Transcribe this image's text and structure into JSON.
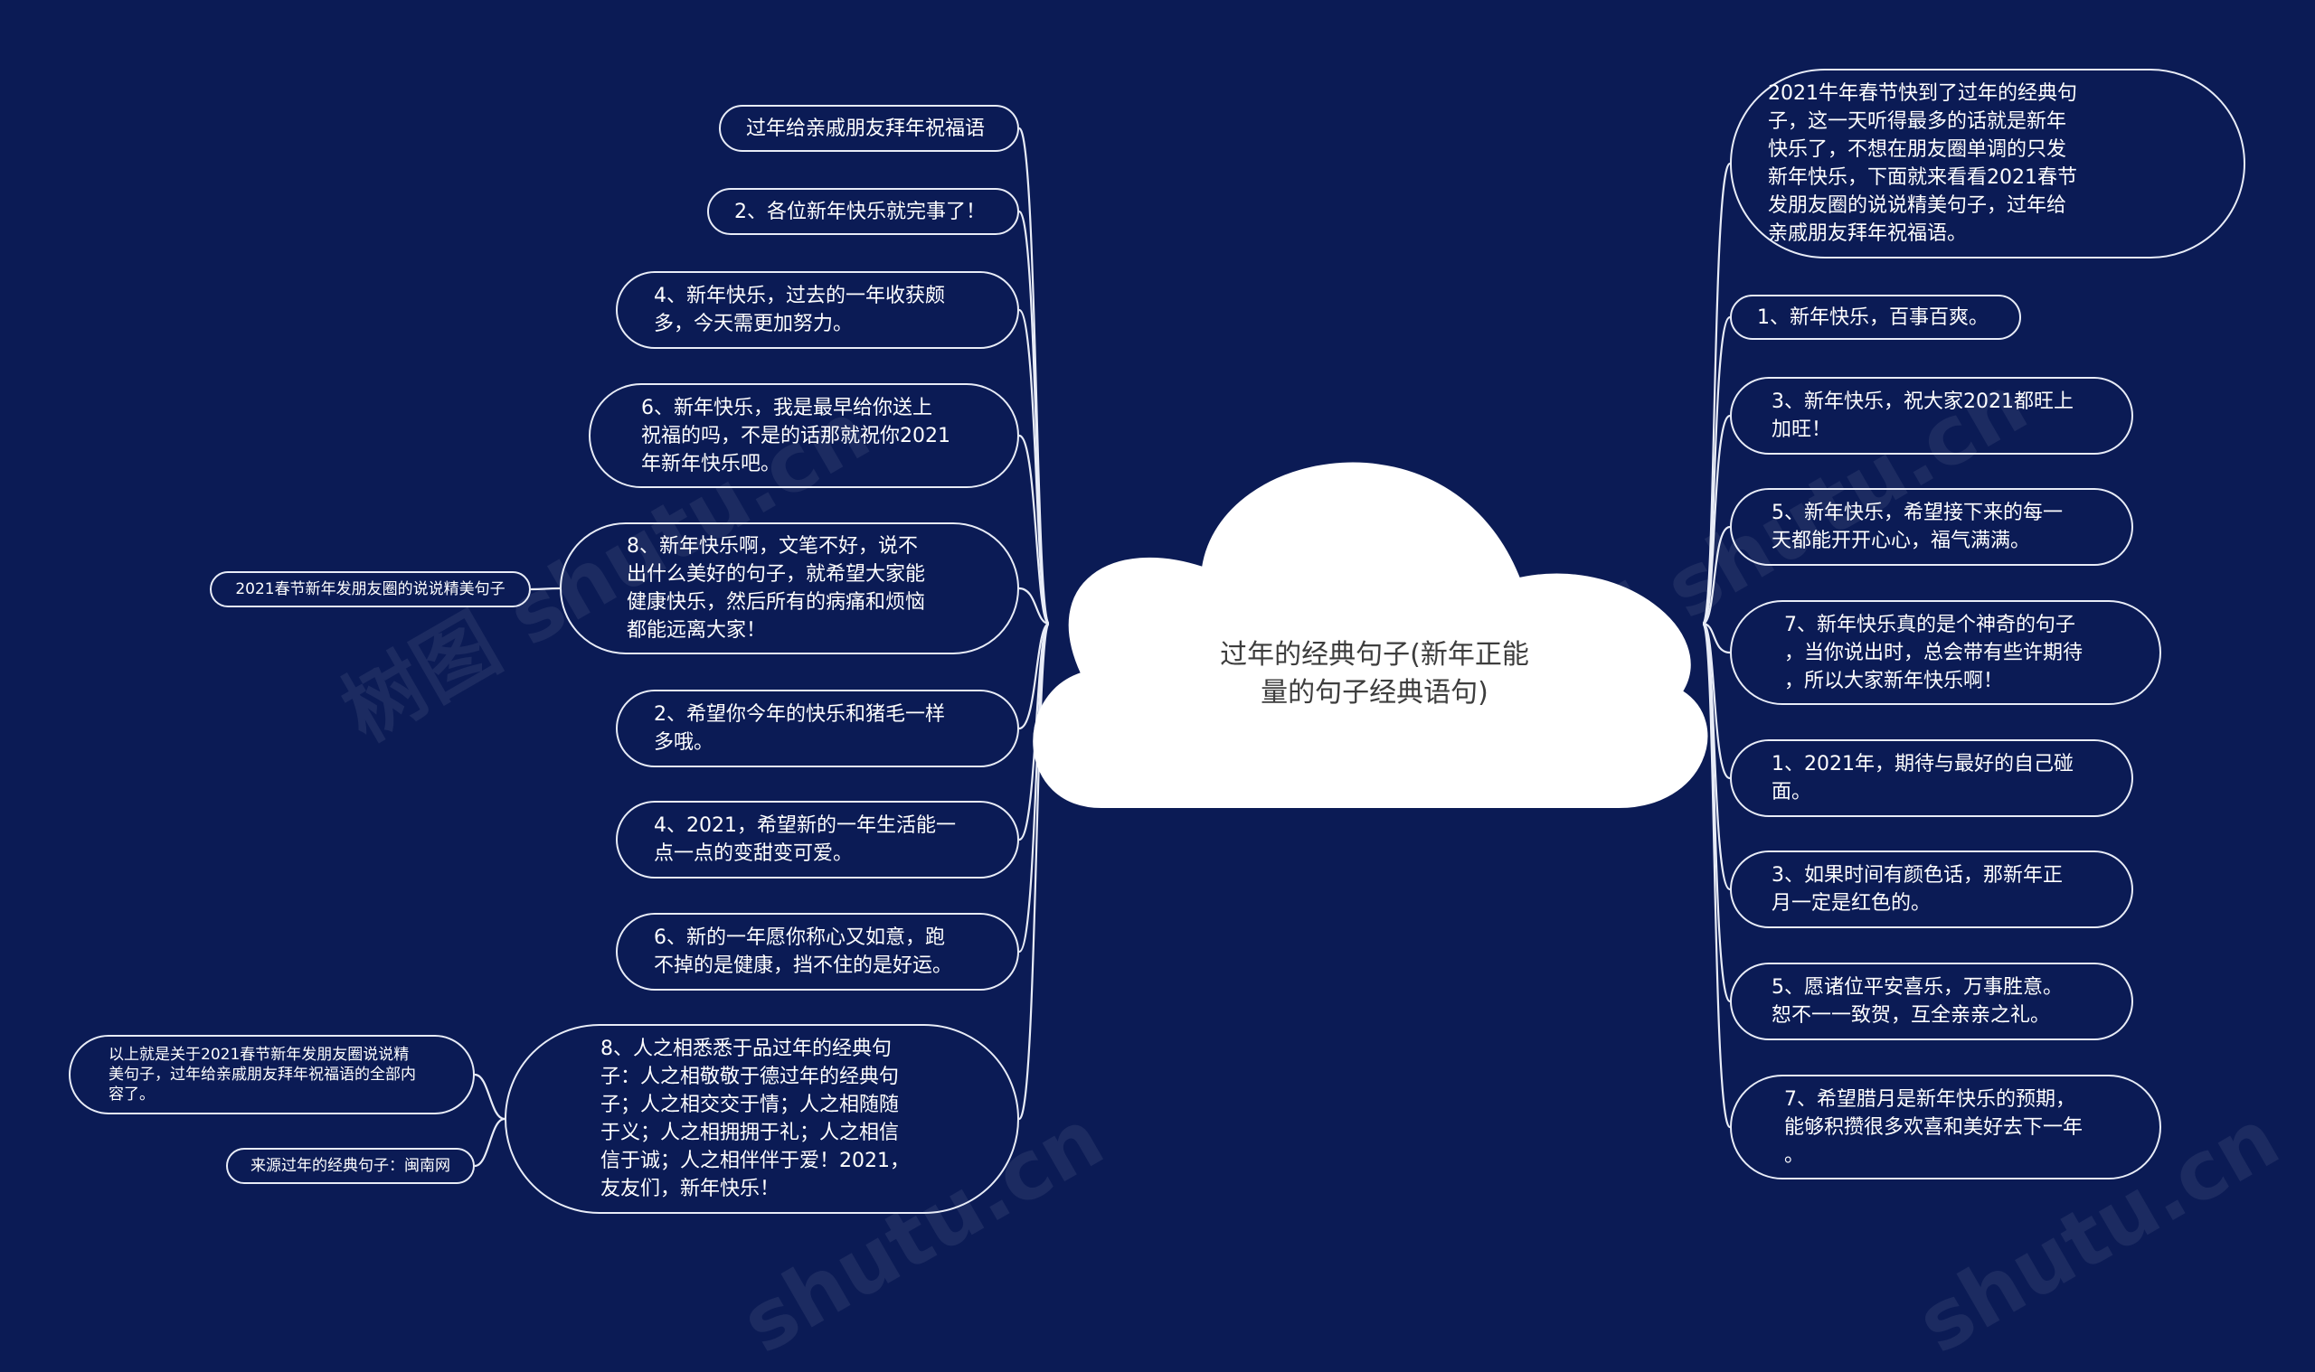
{
  "center": {
    "title": "过年的经典句子(新年正能\n量的句子经典语句)"
  },
  "right_nodes": [
    {
      "text": "2021牛年春节快到了过年的经典句\n子，这一天听得最多的话就是新年\n快乐了，不想在朋友圈单调的只发\n新年快乐，下面就来看看2021春节\n发朋友圈的说说精美句子，过年给\n亲戚朋友拜年祝福语。"
    },
    {
      "text": "1、新年快乐，百事百爽。"
    },
    {
      "text": "3、新年快乐，祝大家2021都旺上\n加旺！"
    },
    {
      "text": "5、新年快乐，希望接下来的每一\n天都能开开心心，福气满满。"
    },
    {
      "text": "7、新年快乐真的是个神奇的句子\n，当你说出时，总会带有些许期待\n，所以大家新年快乐啊！"
    },
    {
      "text": "1、2021年，期待与最好的自己碰\n面。"
    },
    {
      "text": "3、如果时间有颜色话，那新年正\n月一定是红色的。"
    },
    {
      "text": "5、愿诸位平安喜乐，万事胜意。\n恕不一一致贺，互全亲亲之礼。"
    },
    {
      "text": "7、希望腊月是新年快乐的预期，\n能够积攒很多欢喜和美好去下一年\n。"
    }
  ],
  "left_nodes": [
    {
      "text": "过年给亲戚朋友拜年祝福语"
    },
    {
      "text": "2、各位新年快乐就完事了！"
    },
    {
      "text": "4、新年快乐，过去的一年收获颇\n多，今天需更加努力。"
    },
    {
      "text": "6、新年快乐，我是最早给你送上\n祝福的吗，不是的话那就祝你2021\n年新年快乐吧。"
    },
    {
      "text": "8、新年快乐啊，文笔不好，说不\n出什么美好的句子，就希望大家能\n健康快乐，然后所有的病痛和烦恼\n都能远离大家！"
    },
    {
      "text": "2、希望你今年的快乐和猪毛一样\n多哦。"
    },
    {
      "text": "4、2021，希望新的一年生活能一\n点一点的变甜变可爱。"
    },
    {
      "text": "6、新的一年愿你称心又如意，跑\n不掉的是健康，挡不住的是好运。"
    },
    {
      "text": "8、人之相悉悉于品过年的经典句\n子：人之相敬敬于德过年的经典句\n子；人之相交交于情；人之相随随\n于义；人之相拥拥于礼；人之相信\n信于诚；人之相伴伴于爱！2021，\n友友们，新年快乐！"
    }
  ],
  "far_left_nodes": [
    {
      "text": "2021春节新年发朋友圈的说说精美句子"
    },
    {
      "text": "以上就是关于2021春节新年发朋友圈说说精\n美句子，过年给亲戚朋友拜年祝福语的全部内\n容了。"
    },
    {
      "text": "来源过年的经典句子：闽南网"
    }
  ],
  "watermarks": [
    "树图 shutu.cn",
    "树图 shutu.cn",
    "shutu.cn",
    "shutu.cn"
  ],
  "colors": {
    "background": "#0b1b55",
    "line": "#e8ecf7",
    "cloud": "#ffffff",
    "text": "#ffffff"
  }
}
